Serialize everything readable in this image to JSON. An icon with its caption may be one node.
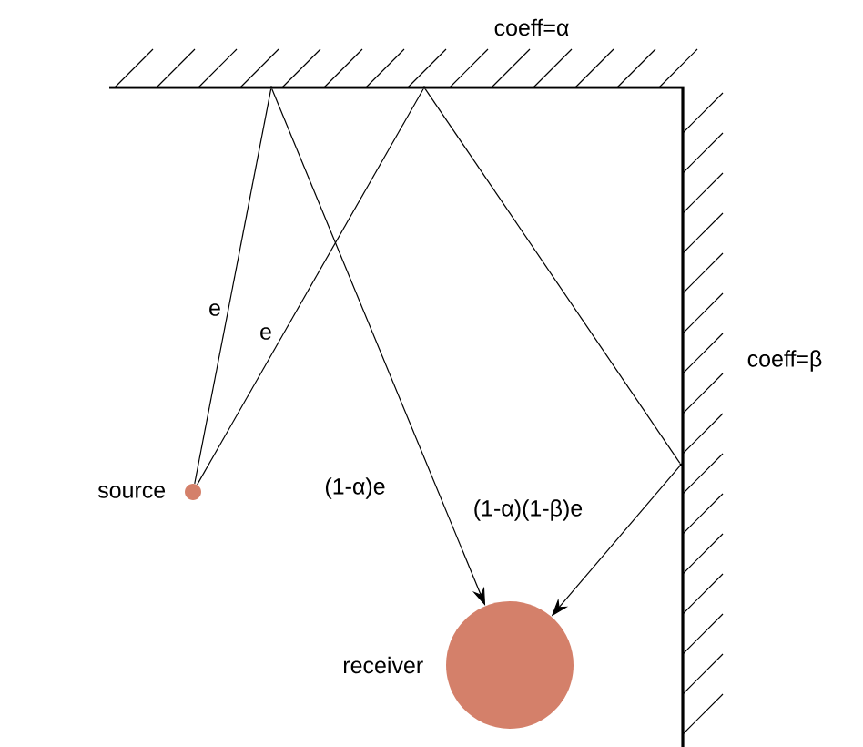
{
  "diagram": {
    "nodes": [
      {
        "text": [],
        "shape": "circle",
        "beside": [
          "source"
        ]
      },
      {
        "text": [],
        "shape": "point"
      },
      {
        "text": [],
        "shape": "point"
      },
      {
        "text": [],
        "shape": "point"
      },
      {
        "text": [],
        "shape": "circle",
        "beside": [
          "receiver"
        ]
      }
    ],
    "edges": [
      {
        "from": 0,
        "to": 1,
        "arrow": "none",
        "label": "e"
      },
      {
        "from": 1,
        "to": 4,
        "arrow": "to",
        "label": "(1-α)e"
      },
      {
        "from": 0,
        "to": 2,
        "arrow": "none",
        "label": "e"
      },
      {
        "from": 2,
        "to": 3,
        "arrow": "none"
      },
      {
        "from": 3,
        "to": 4,
        "arrow": "to",
        "label": "(1-α)(1-β)e"
      }
    ],
    "labels": [
      "coeff=α",
      "coeff=β"
    ]
  }
}
